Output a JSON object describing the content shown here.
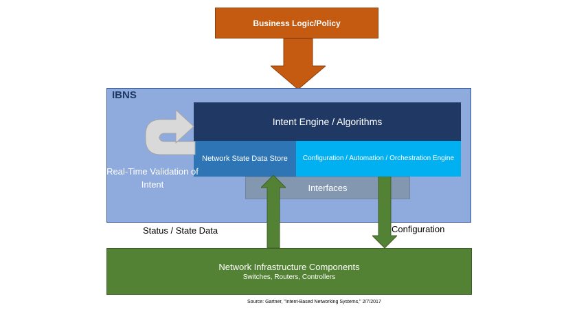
{
  "business_box": {
    "label": "Business Logic/Policy"
  },
  "ibns": {
    "label": "IBNS",
    "engine_label": "Intent Engine / Algorithms",
    "state_store_label": "Network State Data Store",
    "config_engine_label": "Configuration / Automation / Orchestration Engine",
    "interfaces_label": "Interfaces",
    "validation_label": "Real-Time Validation of Intent"
  },
  "flows": {
    "status_label": "Status / State Data",
    "config_label": "Configuration"
  },
  "infrastructure": {
    "title": "Network Infrastructure Components",
    "subtitle": "Switches, Routers, Controllers"
  },
  "source_note": "Source: Gartner, \"Intent-Based Networking Systems,\" 2/7/2017",
  "colors": {
    "business": "#c55a11",
    "ibns_bg": "#8faadc",
    "engine": "#203864",
    "state_store": "#2e75b6",
    "config_engine": "#00b0f0",
    "interfaces": "#8497b0",
    "infrastructure": "#548235",
    "loop_arrow": "#d9d9d9"
  }
}
